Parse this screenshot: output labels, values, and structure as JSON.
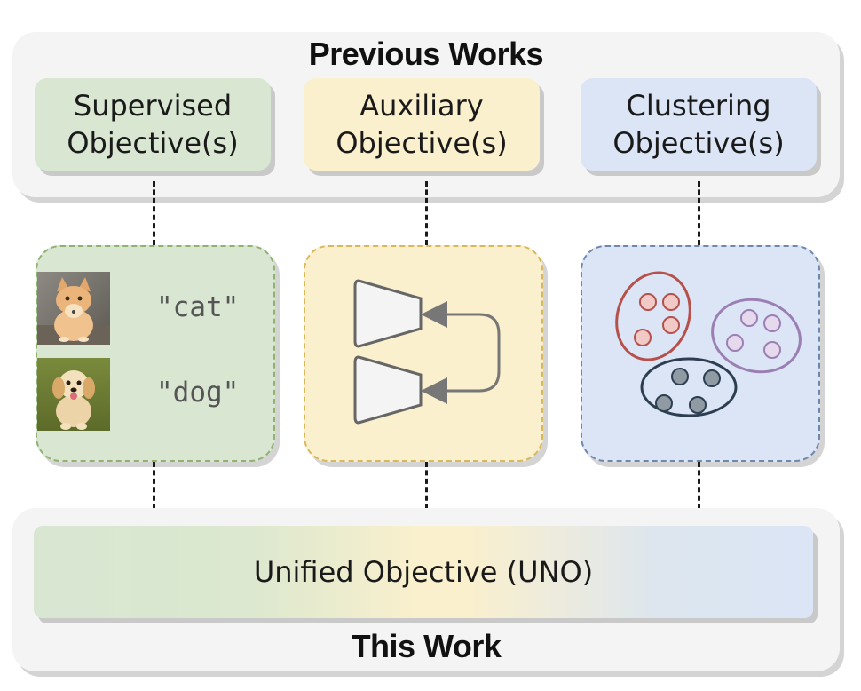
{
  "previous": {
    "title": "Previous Works",
    "objectives": [
      {
        "line1": "Supervised",
        "line2": "Objective(s)"
      },
      {
        "line1": "Auxiliary",
        "line2": "Objective(s)"
      },
      {
        "line1": "Clustering",
        "line2": "Objective(s)"
      }
    ]
  },
  "supervised": {
    "labels": [
      "\"cat\"",
      "\"dog\""
    ],
    "images": [
      "cat-photo",
      "dog-photo"
    ]
  },
  "auxiliary": {
    "icon": "two-encoders-with-feedback-arrows"
  },
  "clustering": {
    "clusters": [
      "red-cluster",
      "purple-cluster",
      "navy-cluster"
    ],
    "colors": {
      "red": "#c0504d",
      "purple": "#9b7fb3",
      "navy": "#2c3e50"
    }
  },
  "this_work": {
    "title": "This Work",
    "unified_label": "Unified Objective (UNO)"
  },
  "colors": {
    "green": "#d8e6d2",
    "yellow": "#fbf0cd",
    "blue": "#dbe5f6",
    "panel": "#f4f4f4"
  }
}
